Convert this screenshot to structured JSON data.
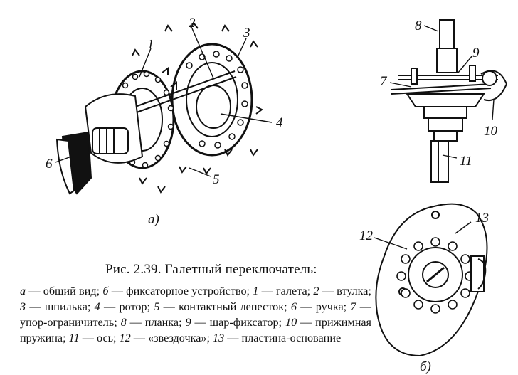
{
  "figure": {
    "caption_title": "Рис. 2.39. Галетный переключатель:",
    "sublabels": {
      "a": "а)",
      "b": "б)"
    },
    "callouts": [
      "1",
      "2",
      "3",
      "4",
      "5",
      "6",
      "7",
      "8",
      "9",
      "10",
      "11",
      "12",
      "13"
    ]
  },
  "caption_items": [
    {
      "key": "а",
      "text": " — общий вид; "
    },
    {
      "key": "б",
      "text": " — фиксаторное устройство; "
    },
    {
      "key": "1",
      "text": " — галета; "
    },
    {
      "key": "2",
      "text": " — втулка; "
    },
    {
      "key": "3",
      "text": " — шпилька; "
    },
    {
      "key": "4",
      "text": " — ротор; "
    },
    {
      "key": "5",
      "text": " — контактный лепесток; "
    },
    {
      "key": "6",
      "text": " — ручка; "
    },
    {
      "key": "7",
      "text": " — упор-ограничитель; "
    },
    {
      "key": "8",
      "text": " — планка; "
    },
    {
      "key": "9",
      "text": " — шар-фиксатор; "
    },
    {
      "key": "10",
      "text": " — прижимная пружина; "
    },
    {
      "key": "11",
      "text": " — ось; "
    },
    {
      "key": "12",
      "text": " — «звездочка»; "
    },
    {
      "key": "13",
      "text": " — пластина-основание"
    }
  ]
}
